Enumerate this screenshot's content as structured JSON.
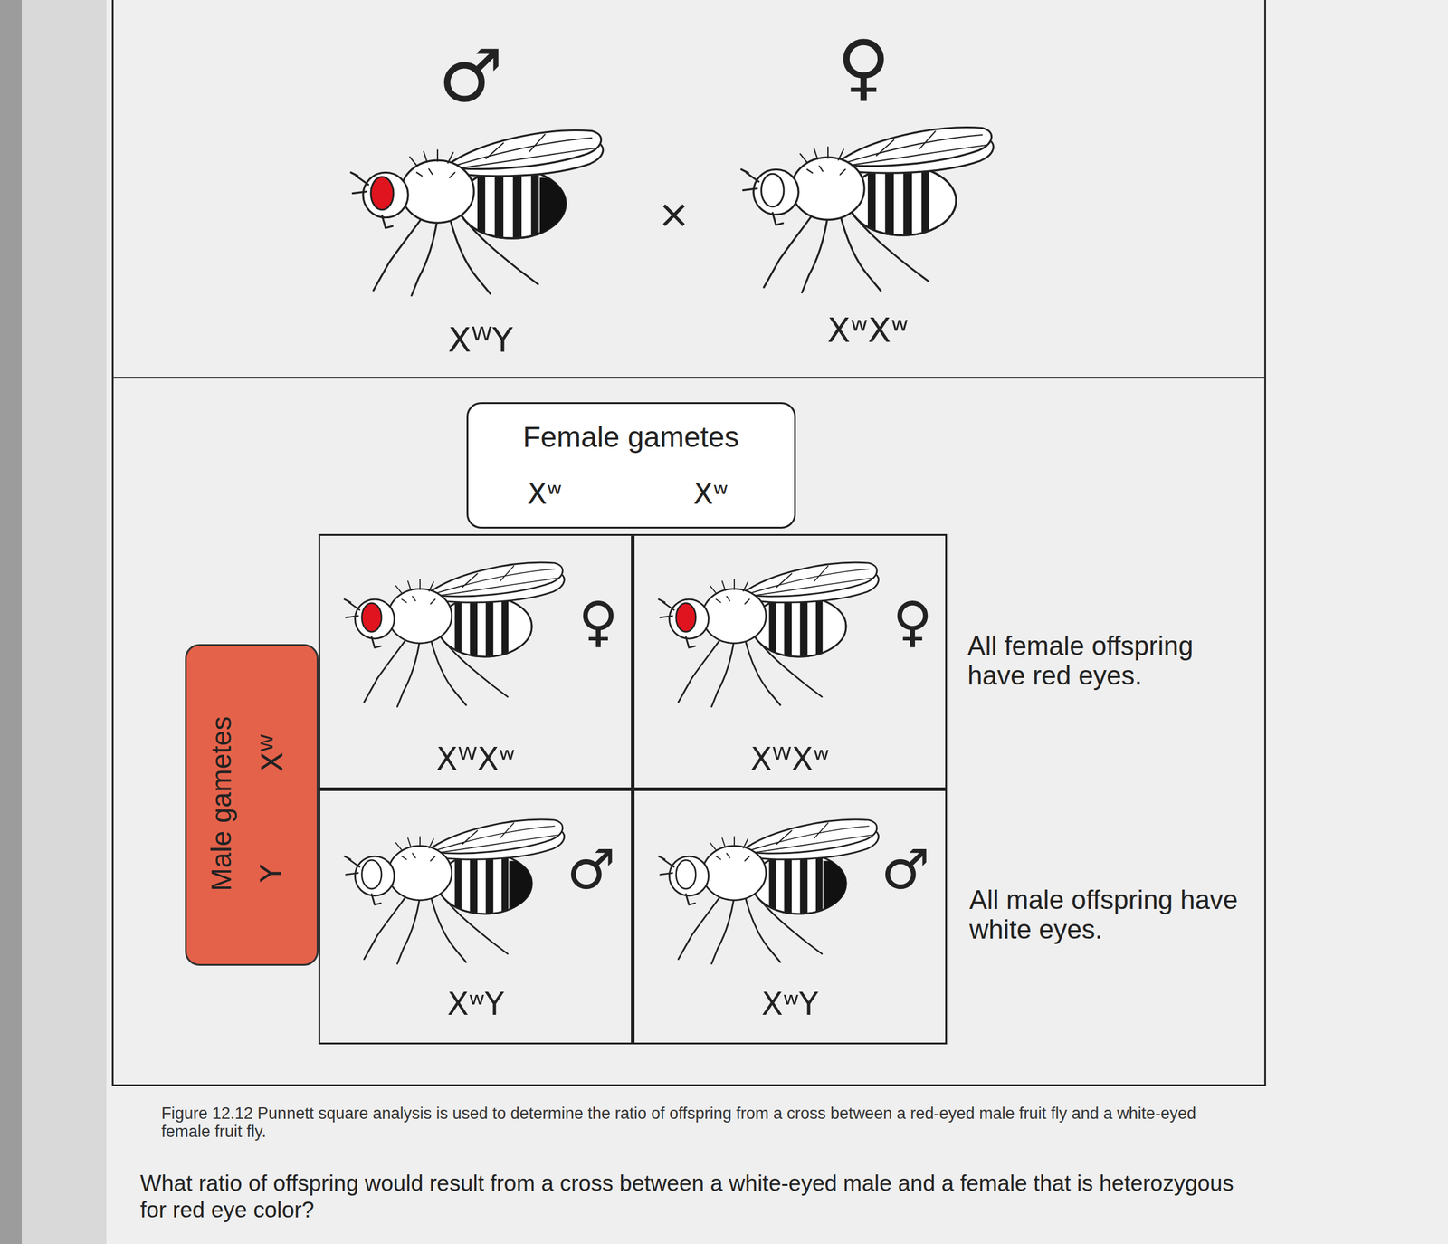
{
  "diagram": {
    "caption": "Figure 12.12 Punnett square analysis is used to determine the ratio of offspring from a cross between a red-eyed male fruit fly and a white-eyed female fruit fly.",
    "nodes": [
      {
        "text": [
          "♂",
          "XᵂY",
          "×",
          "♀",
          "XʷXʷ"
        ]
      },
      {
        "text": [
          "All female offspring have red eyes.",
          "All male offspring have white eyes."
        ]
      },
      {
        "text": [
          "Female gametes",
          "Xʷ",
          "Xʷ"
        ],
        "in": 1
      },
      {
        "text": [
          "Male gametes",
          "Xᵂ",
          "Y"
        ],
        "in": 1
      },
      {
        "text": [
          "♀",
          "XᵂXʷ"
        ],
        "in": 1
      },
      {
        "text": [
          "♀",
          "XᵂXʷ"
        ],
        "in": 1
      },
      {
        "text": [
          "♂",
          "XʷY"
        ],
        "in": 1
      },
      {
        "text": [
          "♂",
          "XʷY"
        ],
        "in": 1
      }
    ],
    "labels": [
      "What ratio of offspring would result from a cross between a white-eyed male and a female that is heterozygous for red eye color?"
    ]
  }
}
